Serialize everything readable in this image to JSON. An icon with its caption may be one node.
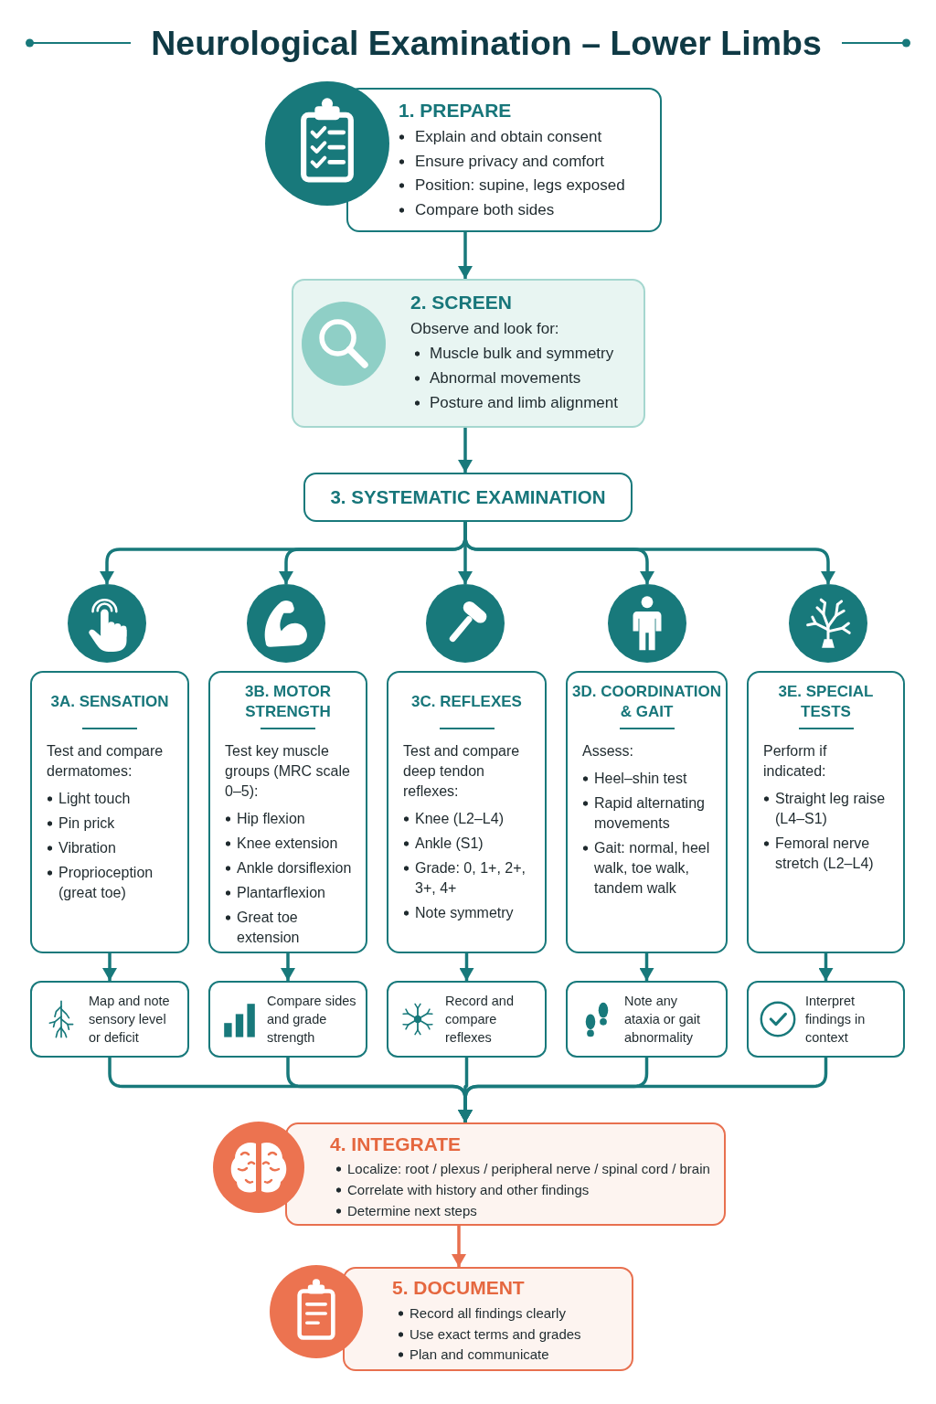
{
  "diagram": {
    "title": "Neurological Examination – Lower Limbs",
    "nodes": [
      {
        "text": [
          "1. PREPARE",
          "Explain and obtain consent",
          "Ensure privacy and comfort",
          "Position: supine, legs exposed",
          "Compare both sides"
        ]
      },
      {
        "text": [
          "2. SCREEN",
          "Observe and look for:",
          "Muscle bulk and symmetry",
          "Abnormal movements",
          "Posture and limb alignment"
        ]
      },
      {
        "text": [
          "3. SYSTEMATIC EXAMINATION"
        ]
      },
      {
        "text": [],
        "shape": "circle"
      },
      {
        "text": [],
        "shape": "circle"
      },
      {
        "text": [],
        "shape": "circle"
      },
      {
        "text": [],
        "shape": "circle"
      },
      {
        "text": [],
        "shape": "circle"
      },
      {
        "text": [
          "3A. SENSATION",
          "Test and compare dermatomes:",
          "Light touch",
          "Pin prick",
          "Vibration",
          "Proprioception (great toe)"
        ]
      },
      {
        "text": [
          "3B. MOTOR STRENGTH",
          "Test key muscle groups (MRC scale 0–5):",
          "Hip flexion",
          "Knee extension",
          "Ankle dorsiflexion",
          "Plantarflexion",
          "Great toe extension"
        ]
      },
      {
        "text": [
          "3C. REFLEXES",
          "Test and compare deep tendon reflexes:",
          "Knee (L2–L4)",
          "Ankle (S1)",
          "Grade: 0, 1+, 2+, 3+, 4+",
          "Note symmetry"
        ]
      },
      {
        "text": [
          "3D. COORDINATION & GAIT",
          "Assess:",
          "Heel–shin test",
          "Rapid alternating movements",
          "Gait: normal, heel walk, toe walk, tandem walk"
        ]
      },
      {
        "text": [
          "3E. SPECIAL TESTS",
          "Perform if indicated:",
          "Straight leg raise (L4–S1)",
          "Femoral nerve stretch (L2–L4)"
        ]
      },
      {
        "text": [
          "Map and note sensory level or deficit"
        ]
      },
      {
        "text": [
          "Compare sides and grade strength"
        ]
      },
      {
        "text": [
          "Record and compare reflexes"
        ]
      },
      {
        "text": [
          "Note any ataxia or gait abnormality"
        ]
      },
      {
        "text": [
          "Interpret findings in context"
        ]
      },
      {
        "text": [
          "4. INTEGRATE",
          "Localize: root / plexus / peripheral nerve / spinal cord / brain",
          "Correlate with history and other findings",
          "Determine next steps"
        ]
      },
      {
        "text": [
          "5. DOCUMENT",
          "Record all findings clearly",
          "Use exact terms and grades",
          "Plan and communicate"
        ]
      }
    ],
    "edges": [
      {
        "from": 0,
        "to": 1,
        "arrow": "to"
      },
      {
        "from": 1,
        "to": 2,
        "arrow": "to"
      },
      {
        "from": 2,
        "to": 3,
        "arrow": "to"
      },
      {
        "from": 2,
        "to": 4,
        "arrow": "to"
      },
      {
        "from": 2,
        "to": 5,
        "arrow": "to"
      },
      {
        "from": 2,
        "to": 6,
        "arrow": "to"
      },
      {
        "from": 2,
        "to": 7,
        "arrow": "to"
      },
      {
        "from": 8,
        "to": 13,
        "arrow": "to"
      },
      {
        "from": 9,
        "to": 14,
        "arrow": "to"
      },
      {
        "from": 10,
        "to": 15,
        "arrow": "to"
      },
      {
        "from": 11,
        "to": 16,
        "arrow": "to"
      },
      {
        "from": 12,
        "to": 17,
        "arrow": "to"
      },
      {
        "from": 13,
        "to": 18,
        "arrow": "to"
      },
      {
        "from": 14,
        "to": 18,
        "arrow": "to"
      },
      {
        "from": 15,
        "to": 18,
        "arrow": "to"
      },
      {
        "from": 16,
        "to": 18,
        "arrow": "to"
      },
      {
        "from": 17,
        "to": 18,
        "arrow": "to"
      },
      {
        "from": 18,
        "to": 19,
        "arrow": "to",
        "color": "#e8704f"
      }
    ]
  }
}
